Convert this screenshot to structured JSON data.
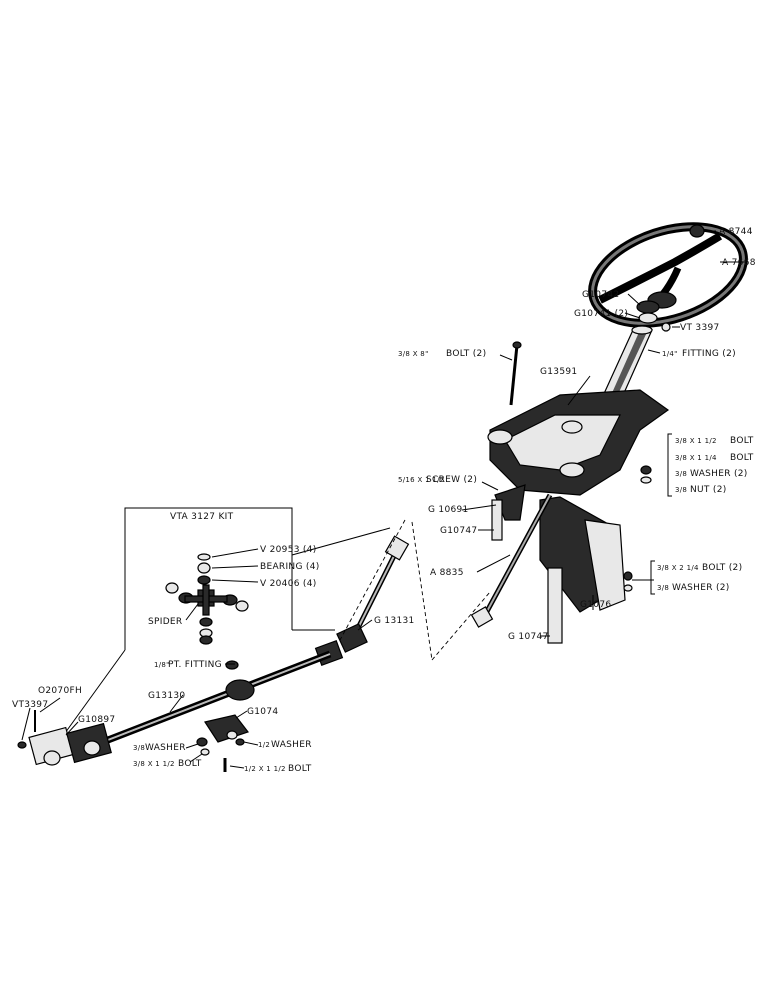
{
  "labels": {
    "a8744": "A 8744",
    "a7668": "A 7668",
    "g10742": "G10742",
    "g10741": "G10741 (2)",
    "vt3397_top": "VT 3397",
    "fitting_quarter": "FITTING (2)",
    "fitting_quarter_frac": "1/4\"",
    "bolt_3_8x8": "BOLT (2)",
    "bolt_3_8x8_frac": "3/8 X 8\"",
    "g13591": "G13591",
    "bolt_3_8x1_1_2": "BOLT",
    "bolt_3_8x1_1_2_frac": "3/8 X 1 1/2",
    "bolt_3_8x1_1_4": "BOLT",
    "bolt_3_8x1_1_4_frac": "3/8 X 1 1/4",
    "washer_3_8": "WASHER (2)",
    "washer_3_8_frac": "3/8",
    "nut_3_8": "NUT (2)",
    "nut_3_8_frac": "3/8",
    "screw": "SCREW (2)",
    "screw_frac": "5/16 X 1 1/2",
    "g10691": "G 10691",
    "g10747_upper": "G10747",
    "a8835": "A 8835",
    "bolt_3_8x2_1_4": "BOLT (2)",
    "bolt_3_8x2_1_4_frac": "3/8 X 2 1/4",
    "washer_3_8_b": "WASHER (2)",
    "washer_3_8_b_frac": "3/8",
    "g1076": "G1076",
    "g10747_lower": "G 10747",
    "kit_title": "VTA 3127 KIT",
    "v20953": "V 20953 (4)",
    "bearing": "BEARING (4)",
    "v20406": "V 20406 (4)",
    "spider": "SPIDER",
    "g13131": "G 13131",
    "pt_fitting": "PT. FITTING",
    "pt_fitting_frac": "1/8\"",
    "g13130": "G13130",
    "o2070fh": "O2070FH",
    "vt3397_left": "VT3397",
    "g10897": "G10897",
    "g1074": "G1074",
    "washer_1_2": "WASHER",
    "washer_1_2_frac": "1/2",
    "washer_3_8_c": "WASHER",
    "washer_3_8_c_frac": "3/8",
    "bolt_3_8x1_1_2_b": "BOLT",
    "bolt_3_8x1_1_2_b_frac": "3/8 X 1 1/2",
    "bolt_1_2x1_1_2": "BOLT",
    "bolt_1_2x1_1_2_frac": "1/2 X 1 1/2"
  }
}
